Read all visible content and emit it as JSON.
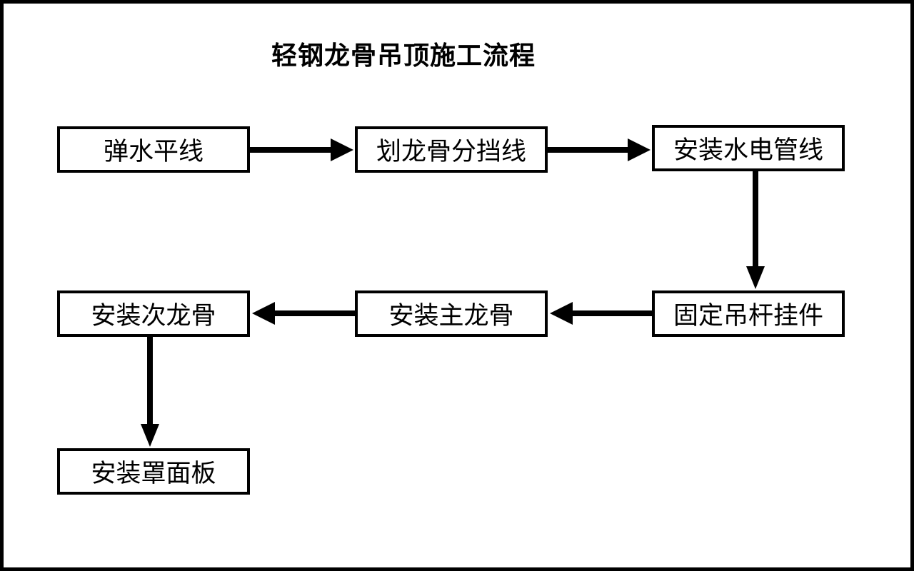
{
  "title": "轻钢龙骨吊顶施工流程",
  "flowchart": {
    "type": "flowchart",
    "direction": "serpentine-left-to-right-then-down",
    "colors": {
      "stroke": "#000000",
      "node_fill": "#ffffff",
      "background": "#ffffff",
      "text": "#000000"
    },
    "nodes": [
      {
        "id": "1",
        "label": "弹水平线"
      },
      {
        "id": "2",
        "label": "划龙骨分挡线"
      },
      {
        "id": "3",
        "label": "安装水电管线"
      },
      {
        "id": "4",
        "label": "固定吊杆挂件"
      },
      {
        "id": "5",
        "label": "安装主龙骨"
      },
      {
        "id": "6",
        "label": "安装次龙骨"
      },
      {
        "id": "7",
        "label": "安装罩面板"
      }
    ],
    "edges": [
      {
        "from": "弹水平线",
        "to": "划龙骨分挡线",
        "direction": "right"
      },
      {
        "from": "划龙骨分挡线",
        "to": "安装水电管线",
        "direction": "right"
      },
      {
        "from": "安装水电管线",
        "to": "固定吊杆挂件",
        "direction": "down"
      },
      {
        "from": "固定吊杆挂件",
        "to": "安装主龙骨",
        "direction": "left"
      },
      {
        "from": "安装主龙骨",
        "to": "安装次龙骨",
        "direction": "left"
      },
      {
        "from": "安装次龙骨",
        "to": "安装罩面板",
        "direction": "down"
      }
    ]
  }
}
